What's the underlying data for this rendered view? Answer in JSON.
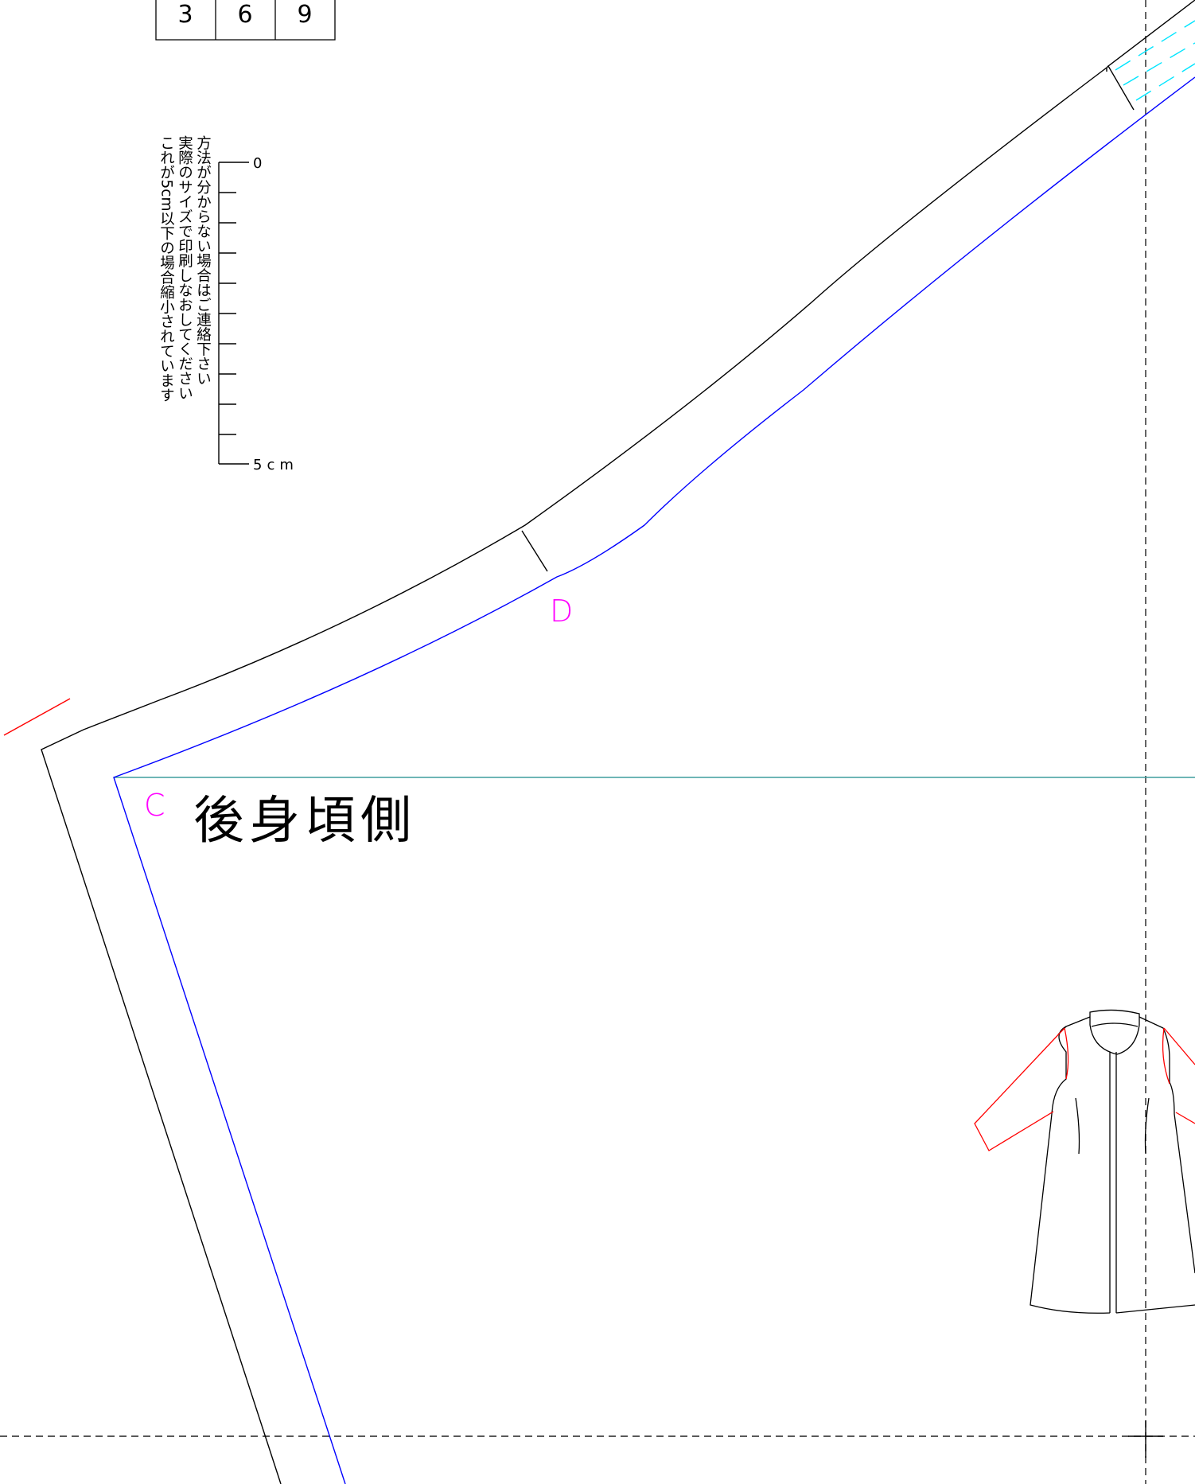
{
  "size_table": {
    "cells": [
      "3",
      "6",
      "9"
    ]
  },
  "scale_note": {
    "lines": [
      "これが5cm以下の場合縮小されています",
      "実際のサイズで印刷しなおしてください",
      "方法が分からない場合はご連絡下さい"
    ],
    "zero_label": "0",
    "end_label": "5cm"
  },
  "piece": {
    "title": "後身頃側",
    "point_c": "C",
    "point_d": "D"
  },
  "colors": {
    "outline": "#000000",
    "seam_line": "#0000ff",
    "grain_line": "#3f9e9e",
    "point_label": "#ff00ff",
    "highlight": "#ff0000",
    "tape_mark": "#00e5ff"
  }
}
